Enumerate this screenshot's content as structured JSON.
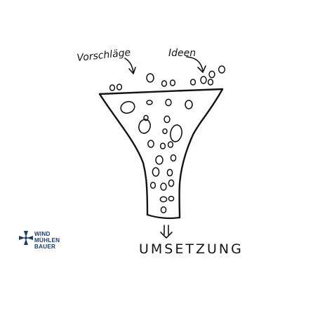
{
  "labels": {
    "left": "Vorschläge",
    "right": "Ideen",
    "bottom": "UMSETZUNG"
  },
  "logo": {
    "line1": "WIND",
    "line2": "MÜHLEN",
    "line3": "BAUER",
    "icon": "windmill-icon",
    "color": "#1d3d6e"
  },
  "colors": {
    "ink": "#141414",
    "background": "#ffffff"
  }
}
